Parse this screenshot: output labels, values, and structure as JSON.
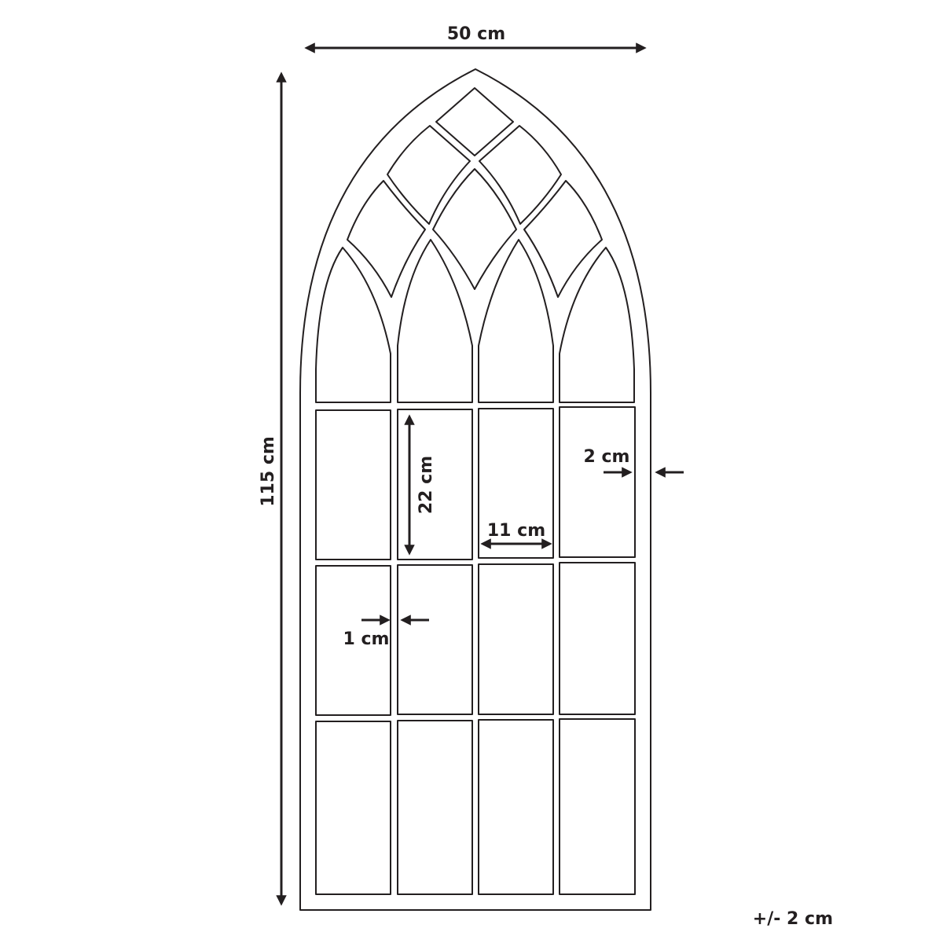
{
  "diagram": {
    "labels": {
      "total_width": "50 cm",
      "total_height": "115 cm",
      "pane_height": "22 cm",
      "pane_width": "11 cm",
      "frame_border": "2 cm",
      "mullion_width": "1 cm",
      "tolerance": "+/- 2 cm"
    },
    "colors": {
      "stroke": "#231f20",
      "background": "#ffffff"
    },
    "grid": {
      "columns": 4,
      "rectangular_rows": 3,
      "arched_rows": 1
    }
  }
}
